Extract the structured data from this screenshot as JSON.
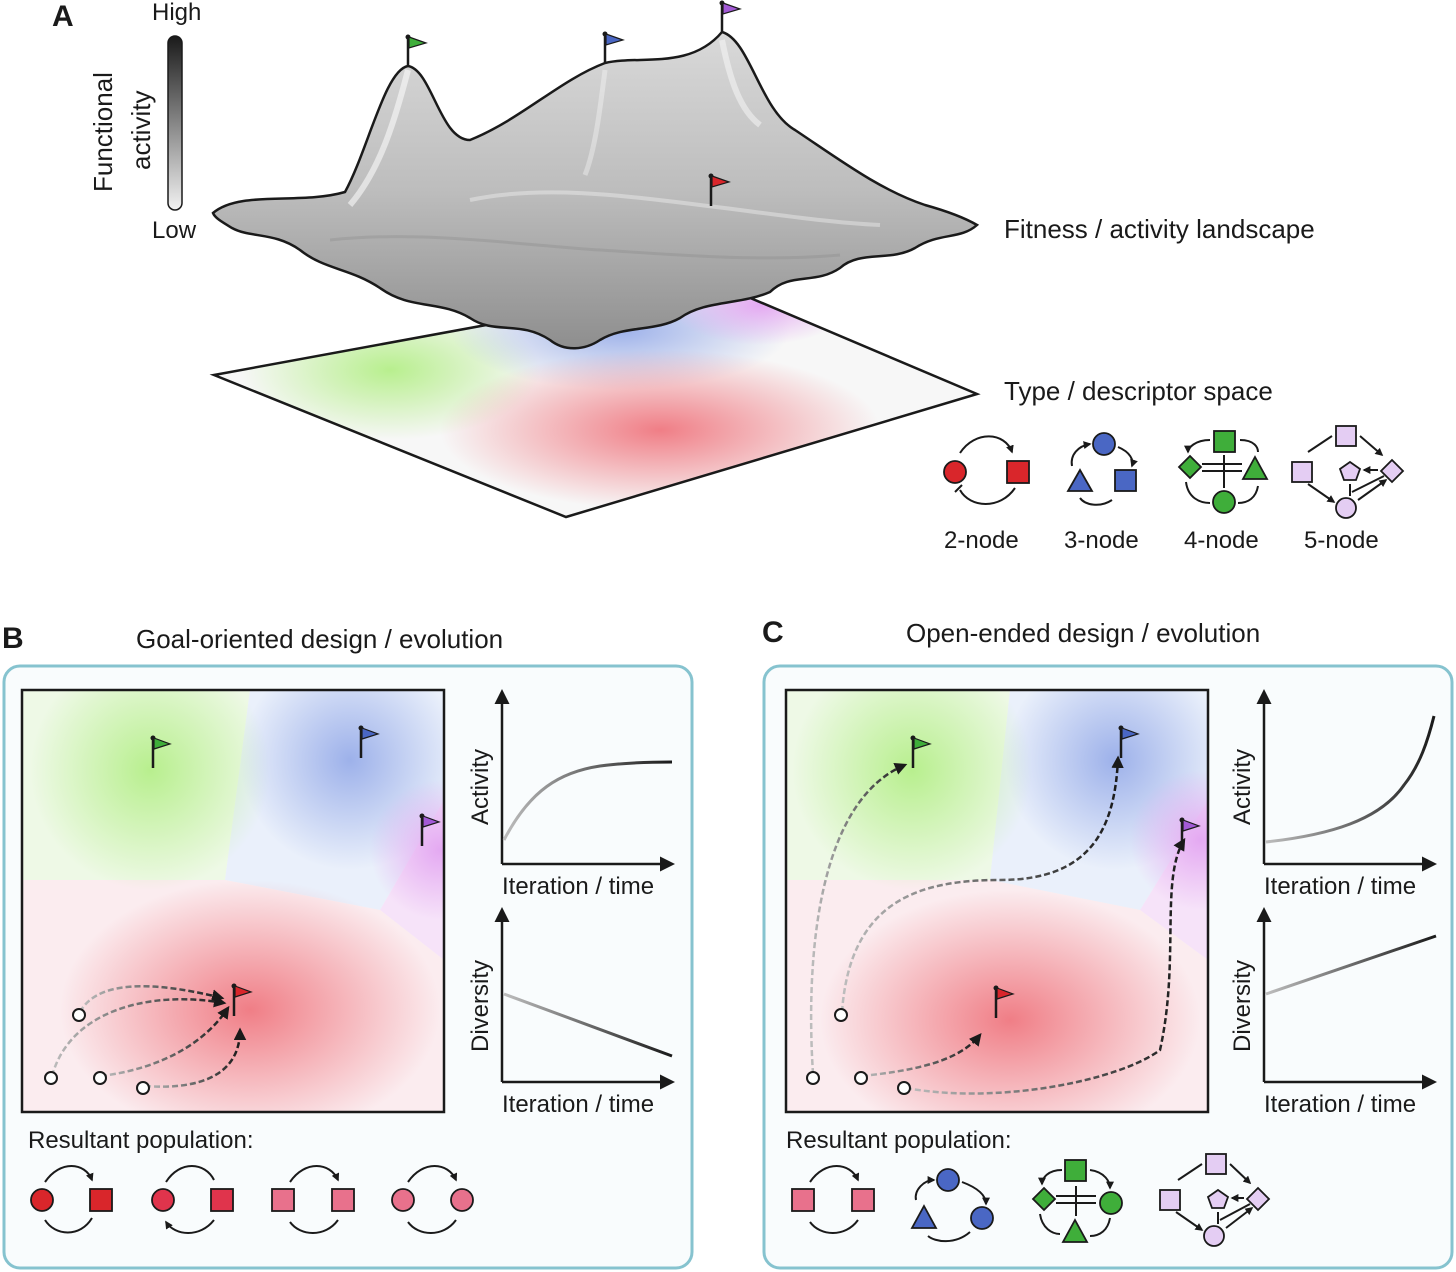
{
  "panel_a": {
    "letter": "A",
    "colorbar": {
      "high": "High",
      "low": "Low",
      "label_line1": "Functional",
      "label_line2": "activity"
    },
    "landscape_label": "Fitness / activity landscape",
    "descriptor_label": "Type / descriptor space",
    "motifs": [
      "2-node",
      "3-node",
      "4-node",
      "5-node"
    ]
  },
  "panel_b": {
    "letter": "B",
    "title": "Goal-oriented design / evolution",
    "activity_axis": "Activity",
    "diversity_axis": "Diversity",
    "x_axis": "Iteration / time",
    "population_label": "Resultant population:"
  },
  "panel_c": {
    "letter": "C",
    "title": "Open-ended design / evolution",
    "activity_axis": "Activity",
    "diversity_axis": "Diversity",
    "x_axis": "Iteration / time",
    "population_label": "Resultant population:"
  },
  "colors": {
    "green": "#3fae3a",
    "blue": "#4a67c4",
    "purple": "#a35ad6",
    "red": "#d9262b",
    "pink": "#e8718c",
    "lavender": "#e4cdf3",
    "frame": "#86c3cf"
  }
}
